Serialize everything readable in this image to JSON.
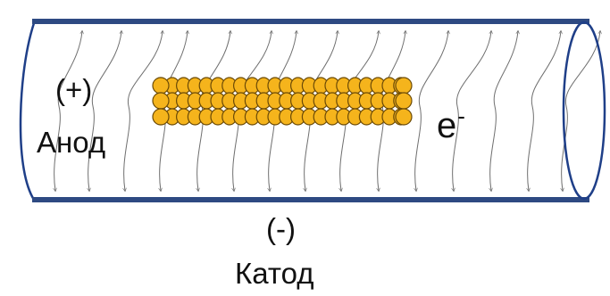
{
  "anode": {
    "sign": "(+)",
    "name": "Анод"
  },
  "cathode": {
    "sign": "(-)",
    "name": "Катод"
  },
  "electron": {
    "symbol": "e",
    "charge": "-"
  },
  "colors": {
    "tube_wall": "#2e4a82",
    "tube_outline": "#1f3f88",
    "wire_fill": "#f5b41c",
    "wire_outline": "#6b4a06",
    "field_lines": "#6f6f6f",
    "text": "#111111"
  }
}
